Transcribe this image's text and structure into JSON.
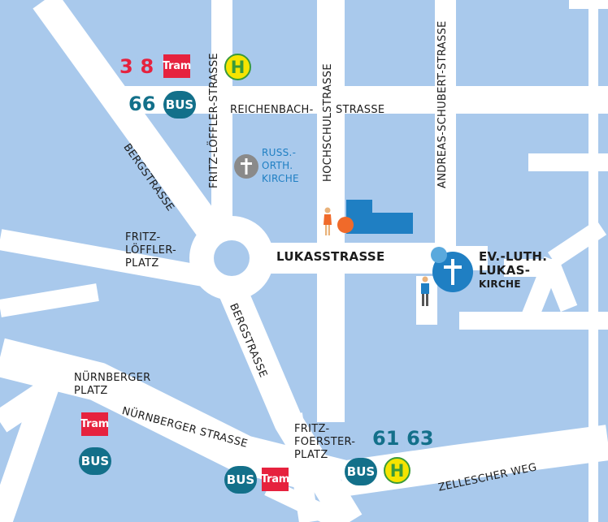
{
  "streets": {
    "fritz_loeffler_strasse": "FRITZ-LÖFFLER-STRASSE",
    "hochschulstrasse": "HOCHSCHULSTRASSE",
    "andreas_schubert_strasse": "ANDREAS-SCHUBERT-STRASSE",
    "reichenbach_strasse_1": "REICHENBACH-",
    "reichenbach_strasse_2": "STRASSE",
    "bergstrasse_north": "BERGSTRASSE",
    "bergstrasse_south": "BERGSTRASSE",
    "lukasstrasse": "LUKASSTRASSE",
    "nuernberger_strasse": "NÜRNBERGER STRASSE",
    "zellescher_weg": "ZELLESCHER WEG"
  },
  "places": {
    "fritz_loeffler_platz": [
      "FRITZ-",
      "LÖFFLER-",
      "PLATZ"
    ],
    "nuernberger_platz": [
      "NÜRNBERGER",
      "PLATZ"
    ],
    "fritz_foerster_platz": [
      "FRITZ-",
      "FOERSTER-",
      "PLATZ"
    ]
  },
  "landmarks": {
    "russ_orth_kirche": [
      "RUSS.-",
      "ORTH.",
      "KIRCHE"
    ],
    "ev_luth_lukaskirche": [
      "EV.-LUTH.",
      "LUKAS-",
      "KIRCHE"
    ]
  },
  "transit": {
    "tram_label": "Tram",
    "bus_label": "BUS",
    "stop_label": "H",
    "north_tram_line_a": "3",
    "north_tram_line_b": "8",
    "north_bus_line": "66",
    "south_bus_line_a": "61",
    "south_bus_line_b": "63",
    "line_separator": "|"
  },
  "colors": {
    "water_background": "#a9c9ec",
    "street": "#ffffff",
    "tram": "#e6223e",
    "bus": "#13708a",
    "stop_fill": "#f5e400",
    "stop_ring": "#3a9a3a",
    "church_blue": "#1f7fc3",
    "church_grey": "#8a8a8a",
    "building": "#1f7fc3",
    "marker_orange": "#f06a2a",
    "marker_light_blue": "#5aa9dd"
  },
  "icons": {
    "church_cross": "cross-icon",
    "person": "person-icon",
    "location_marker": "marker-icon"
  }
}
